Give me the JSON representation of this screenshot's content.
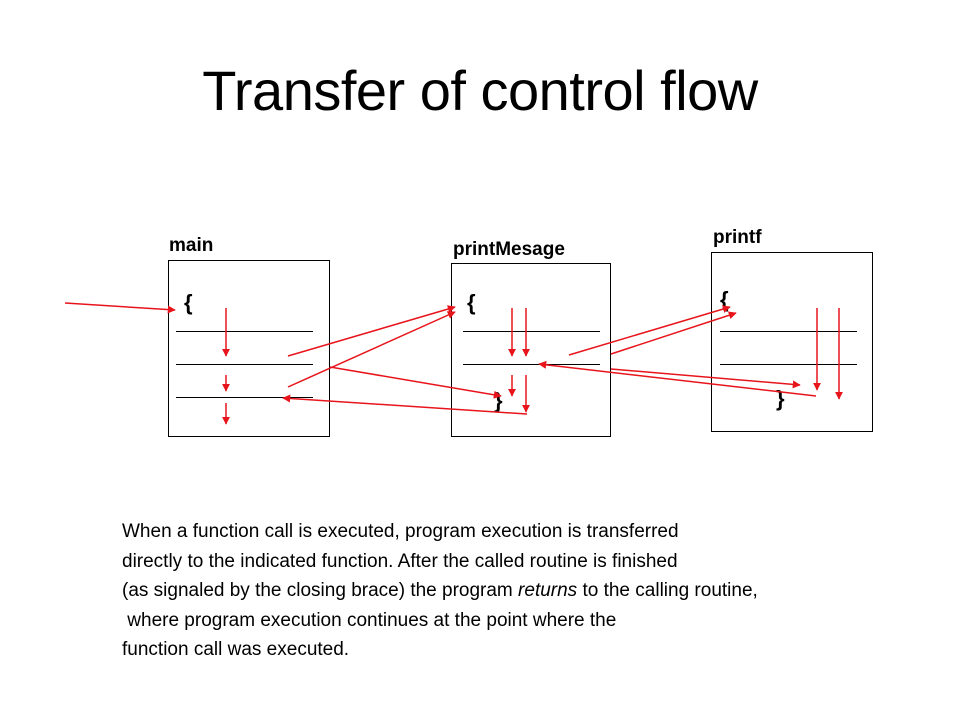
{
  "title": "Transfer of control flow",
  "functions": [
    {
      "name": "main",
      "open_brace": "{"
    },
    {
      "name": "printMesage",
      "open_brace": "{",
      "close_brace": "}"
    },
    {
      "name": "printf",
      "open_brace": "{",
      "close_brace": "}"
    }
  ],
  "arrow_color": "#e8141b",
  "caption": {
    "line1": "When a function call is executed, program execution is transferred",
    "line2": "directly to the indicated function. After the called routine is finished",
    "line3_before": "(as signaled by the closing brace) the program ",
    "line3_emphasis": "returns",
    "line3_after": " to the calling routine,",
    "line4": " where program execution continues at the point where the",
    "line5": "function call was executed."
  }
}
